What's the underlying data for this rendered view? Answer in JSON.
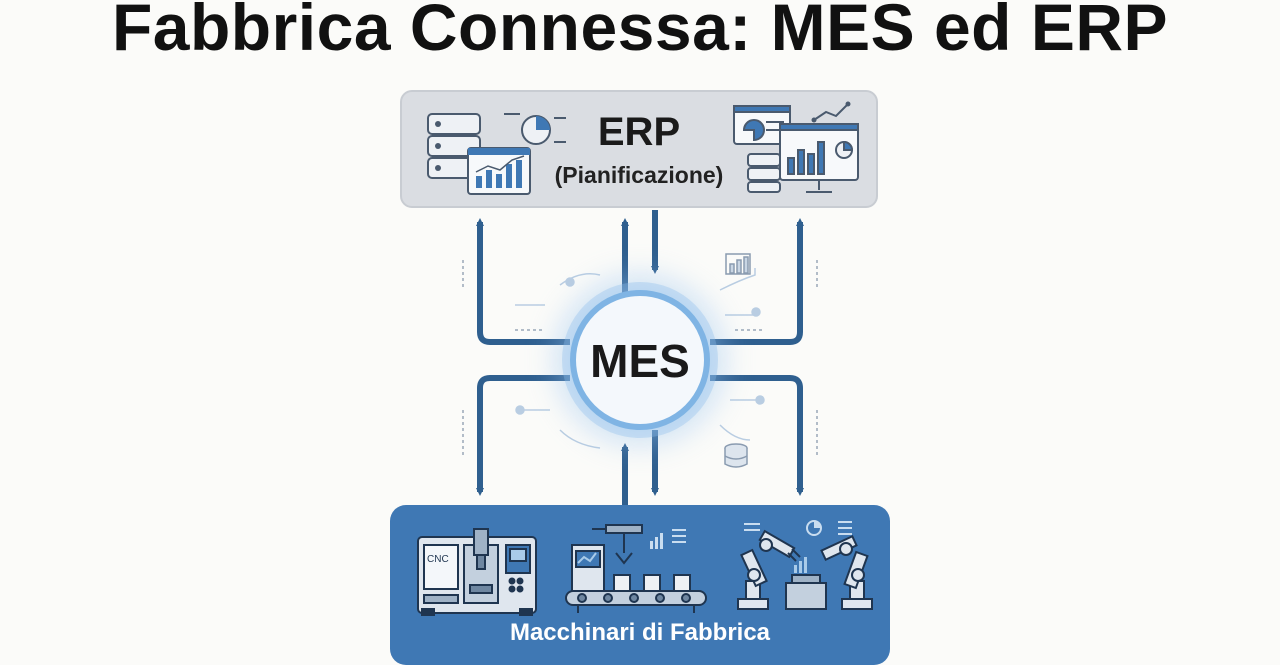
{
  "title": "Fabbrica Connessa: MES ed ERP",
  "erp": {
    "title": "ERP",
    "subtitle": "(Pianificazione)"
  },
  "mes": {
    "label": "MES"
  },
  "machines": {
    "label": "Macchinari di Fabbrica",
    "cnc_label": "CNC"
  },
  "colors": {
    "arrow": "#2f5f8f",
    "erp_bg": "#dadde2",
    "machines_bg": "#3f78b4",
    "mes_ring": "#7fb4e4"
  },
  "icons": [
    "database-icon",
    "pie-chart-icon",
    "bar-chart-icon",
    "monitor-dashboard-icon",
    "cnc-machine-icon",
    "assembly-line-icon",
    "robot-arm-icon"
  ]
}
